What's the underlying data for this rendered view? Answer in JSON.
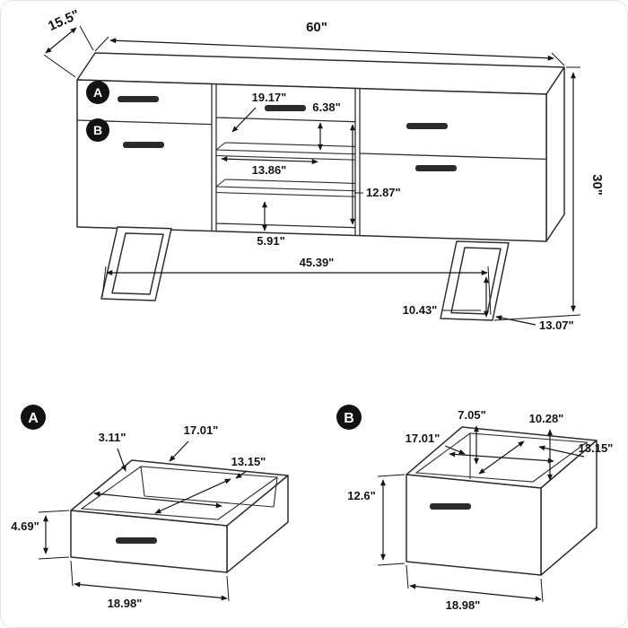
{
  "colors": {
    "line": "#2e2e2e",
    "dimension": "#161616",
    "badge_bg": "#121212",
    "badge_text": "#ffffff",
    "background": "#ffffff"
  },
  "main_view": {
    "badge_a": "A",
    "badge_b": "B",
    "dims": {
      "depth": "15.5\"",
      "width": "60\"",
      "height": "30\"",
      "opening_width": "19.17\"",
      "upper_shelf_gap": "6.38\"",
      "shelf_width": "13.86\"",
      "opening_height": "12.87\"",
      "lower_shelf_gap": "5.91\"",
      "leg_span": "45.39\"",
      "leg_height": "10.43\"",
      "foot_depth": "13.07\""
    }
  },
  "detail_a": {
    "badge": "A",
    "dims": {
      "edge_thickness": "3.11\"",
      "inner_width": "17.01\"",
      "inner_depth": "13.15\"",
      "front_height": "4.69\"",
      "outer_width": "18.98\""
    }
  },
  "detail_b": {
    "badge": "B",
    "dims": {
      "back_clearance": "7.05\"",
      "inner_height": "10.28\"",
      "inner_width": "17.01\"",
      "inner_depth": "13.15\"",
      "front_height": "12.6\"",
      "outer_width": "18.98\""
    }
  }
}
